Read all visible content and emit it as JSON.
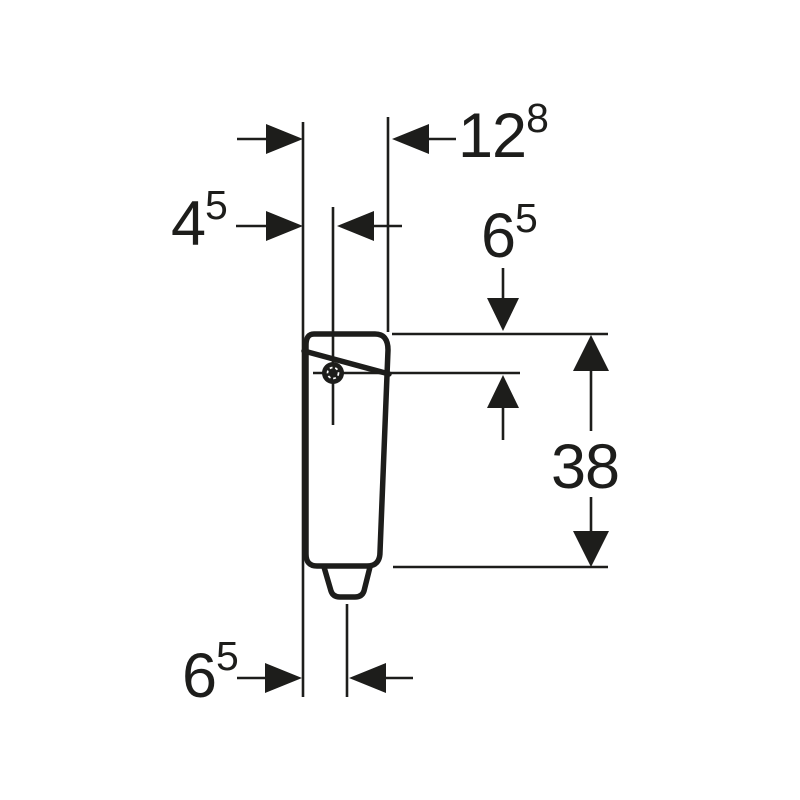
{
  "drawing": {
    "type": "technical-dimension-drawing",
    "subject": "concealed-cistern-side-profile",
    "background_color": "#ffffff",
    "ink_color": "#1d1d1b",
    "dimensions": {
      "wall_to_front": {
        "base": "12",
        "sup": "8"
      },
      "wall_to_supply_center": {
        "base": "4",
        "sup": "5"
      },
      "top_to_supply_center": {
        "base": "6",
        "sup": "5"
      },
      "body_height": {
        "base": "38",
        "sup": ""
      },
      "wall_to_outlet_center": {
        "base": "6",
        "sup": "5"
      }
    }
  }
}
